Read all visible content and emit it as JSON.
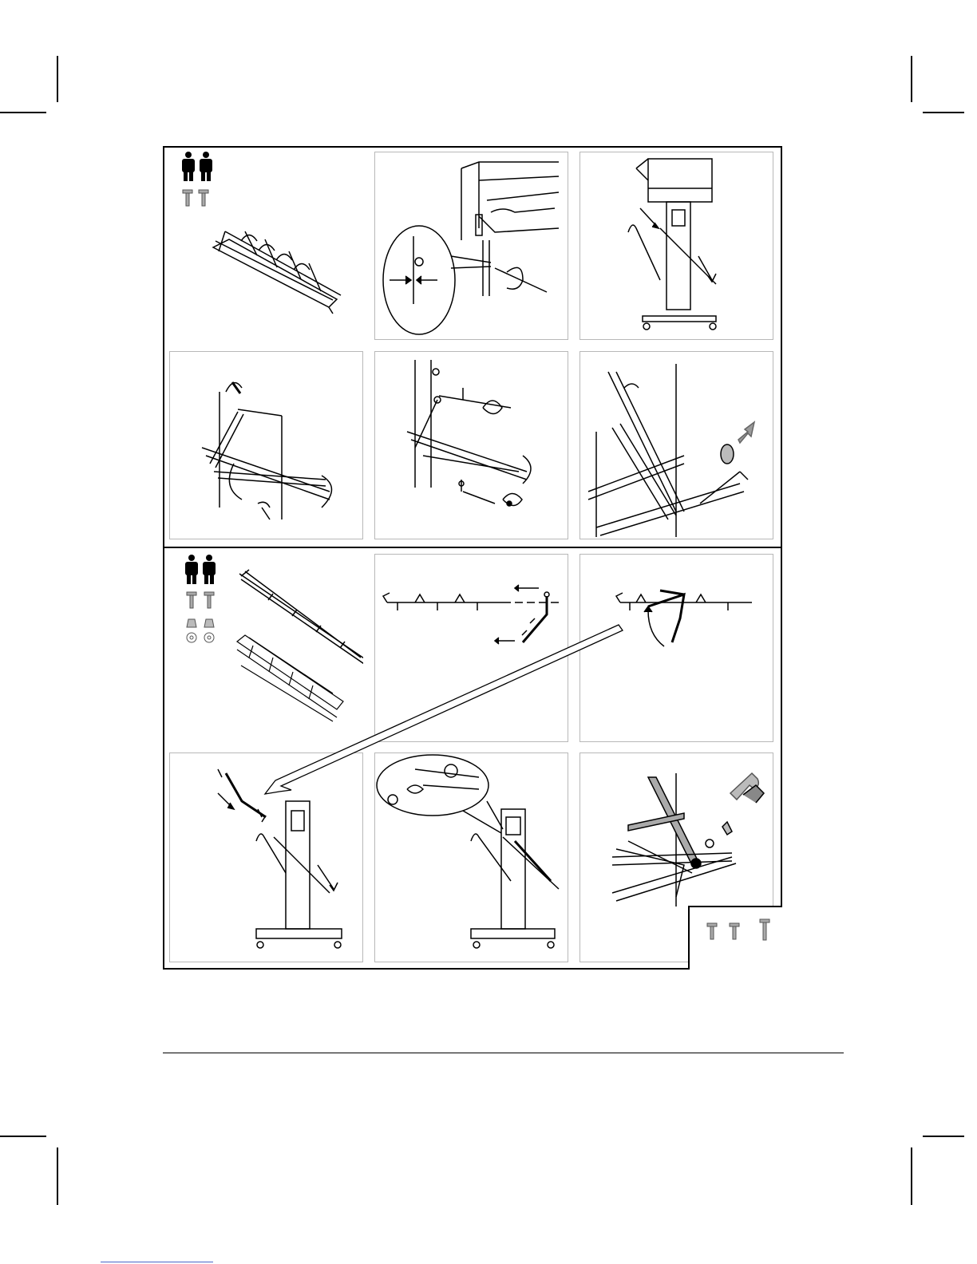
{
  "document": {
    "type": "assembly-instructions",
    "sections": [
      {
        "id": "section-1",
        "people_icon": "two-persons-icon",
        "parts": [
          "screw-icon",
          "screw-icon"
        ],
        "panels": 6
      },
      {
        "id": "section-2",
        "people_icon": "two-persons-icon",
        "parts": [
          "screw-icon",
          "screw-icon",
          "cap-nut-icon",
          "cap-nut-icon",
          "washer-icon",
          "washer-icon"
        ],
        "panels": 6
      }
    ],
    "leftover_parts": [
      "screw-icon",
      "screw-icon",
      "long-screw-icon"
    ],
    "accent_colors": {
      "line": "#000000",
      "panel_border": "#b8b8b8",
      "arrow_fill": "#9a9a9a",
      "link": "#4a64c8"
    }
  }
}
